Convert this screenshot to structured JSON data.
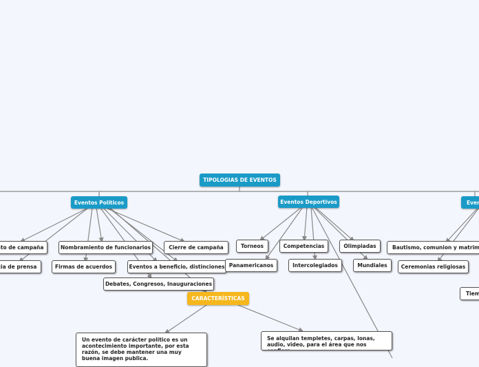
{
  "root": {
    "label": "TIPOLOGIAS DE EVENTOS"
  },
  "branches": {
    "politicos": "Eventos Politicos",
    "deportivos": "Eventos Deportivos",
    "third": "Even"
  },
  "politicos_leaves": {
    "campana": "nto de campaña",
    "prensa": "cia de prensa",
    "nombramiento": "Nombramiento de funcionarios",
    "firmas": "Firmas de acuerdos",
    "cierre": "Cierre de campaña",
    "beneficio": "Eventos a beneficio, distinciones",
    "debates": "Debates, Congresos, Inauguraciones"
  },
  "deportivos_leaves": {
    "torneos": "Torneos",
    "panamericanos": "Panamericanos",
    "competencias": "Competencias",
    "intercolegiados": "Intercolegiados",
    "olimpiadas": "Olimpiadas",
    "mundiales": "Mundiales"
  },
  "third_leaves": {
    "bautismo": "Bautismo, comunion y matrimonio",
    "ceremonias": "Ceremonias religiosas",
    "tiem": "Tiem"
  },
  "caracteristicas": {
    "label": "CARACTERÍSTICAS",
    "note_politico": "Un evento de carácter politico es  un acontecimiento importante, por esta razón, se debe mantener una muy buena imagen publica.",
    "note_alquiler": "Se alquilan templetes, carpas, lonas, audio, video, para el área que nos confiera."
  },
  "colors": {
    "branch": "#1a9bc7",
    "caracteristicas": "#f6b71d",
    "connector": "#888888"
  }
}
